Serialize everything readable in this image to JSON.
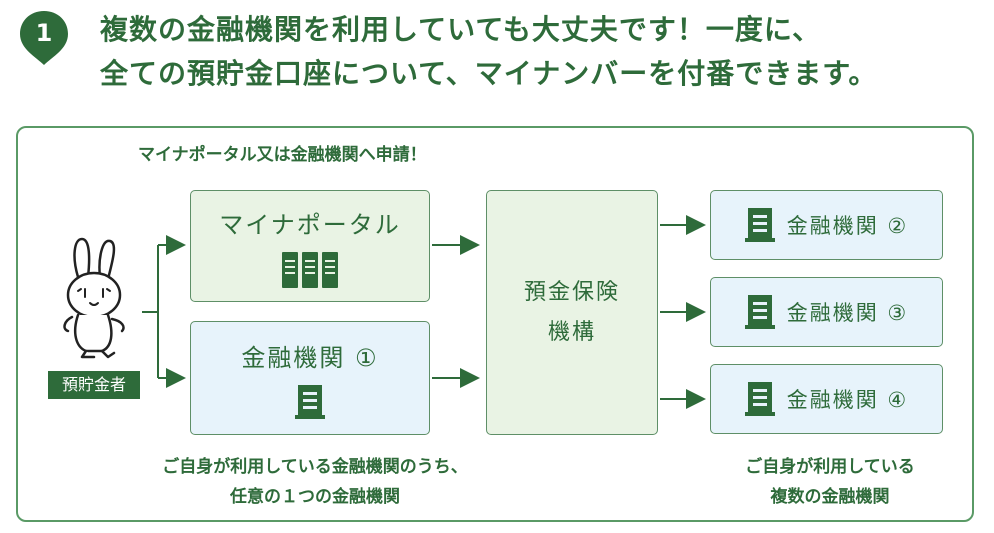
{
  "step": {
    "number": "1"
  },
  "headline": {
    "line1": "複数の金融機関を利用していても大丈夫です！一度に、",
    "line2": "全ての預貯金口座について、マイナンバーを付番できます。"
  },
  "diagram": {
    "top_note": "マイナポータル又は金融機関へ申請！",
    "depositor": {
      "label": "預貯金者",
      "icon": "rabbit-mascot-icon"
    },
    "portal": {
      "label": "マイナポータル",
      "icon": "portal-binders-icon"
    },
    "bank_one": {
      "label": "金融機関 ①",
      "icon": "bank-building-icon"
    },
    "center": {
      "label": "預金保険\n機構"
    },
    "banks_out": [
      {
        "label": "金融機関 ②",
        "icon": "bank-building-icon"
      },
      {
        "label": "金融機関 ③",
        "icon": "bank-building-icon"
      },
      {
        "label": "金融機関 ④",
        "icon": "bank-building-icon"
      }
    ],
    "bottom_left_note": "ご自身が利用している金融機関のうち、\n任意の１つの金融機関",
    "bottom_right_note": "ご自身が利用している\n複数の金融機関"
  },
  "colors": {
    "primary": "#2e6b3a",
    "green_box": "#e9f3e4",
    "blue_box": "#e7f3fb",
    "border": "#5a9a66"
  }
}
